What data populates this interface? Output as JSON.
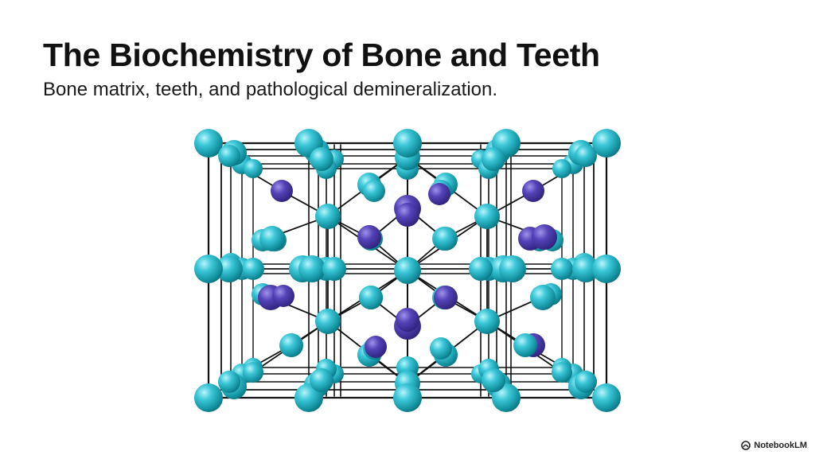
{
  "slide": {
    "title": "The Biochemistry of Bone and Teeth",
    "subtitle": "Bone matrix, teeth, and pathological demineralization."
  },
  "diagram": {
    "atom_colors": {
      "calcium": "#1cb0c2",
      "phosphate": "#4a3aa6"
    },
    "bond_color": "#111111"
  },
  "brand": {
    "icon": "notebooklm-logo-icon",
    "label": "NotebookLM"
  }
}
